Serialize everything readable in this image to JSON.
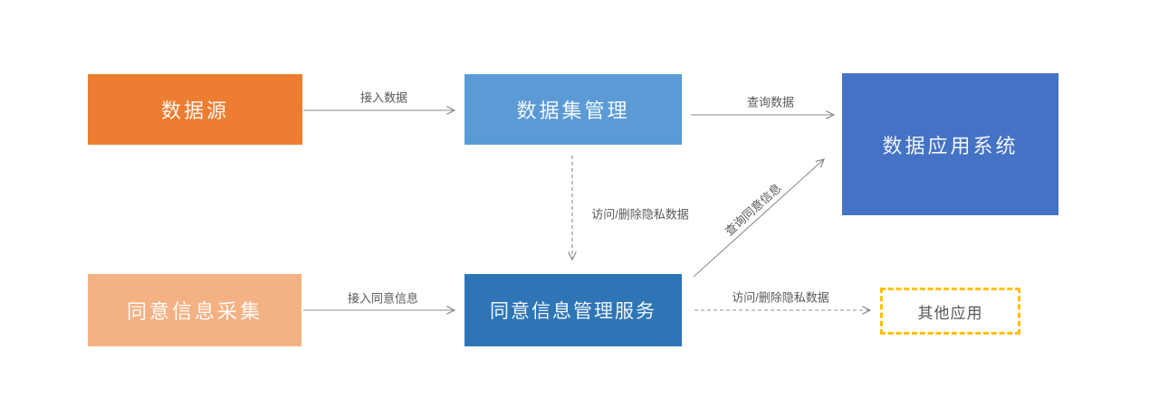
{
  "diagram": {
    "type": "flowchart",
    "background": "#FFFFFF",
    "nodes": [
      {
        "id": "data-source",
        "label": "数据源",
        "fill": "#ED7D31",
        "text_color": "#FFFFFF"
      },
      {
        "id": "dataset-management",
        "label": "数据集管理",
        "fill": "#5B9BD5",
        "text_color": "#FFFFFF"
      },
      {
        "id": "data-application-system",
        "label": "数据应用系统",
        "fill": "#4472C4",
        "text_color": "#FFFFFF"
      },
      {
        "id": "consent-info-collection",
        "label": "同意信息采集",
        "fill": "#F4B183",
        "text_color": "#FFFFFF"
      },
      {
        "id": "consent-management-service",
        "label": "同意信息管理服务",
        "fill": "#2E75B6",
        "text_color": "#FFFFFF"
      },
      {
        "id": "other-applications",
        "label": "其他应用",
        "fill": "#FFFFFF",
        "border_color": "#FFC000",
        "border_style": "dashed",
        "text_color": "#595959"
      }
    ],
    "edges": [
      {
        "from": "data-source",
        "to": "dataset-management",
        "label": "接入数据",
        "style": "solid",
        "direction": "right"
      },
      {
        "from": "dataset-management",
        "to": "data-application-system",
        "label": "查询数据",
        "style": "solid",
        "direction": "right"
      },
      {
        "from": "dataset-management",
        "to": "consent-management-service",
        "label": "访问/删除隐私数据",
        "style": "dashed",
        "direction": "down"
      },
      {
        "from": "consent-info-collection",
        "to": "consent-management-service",
        "label": "接入同意信息",
        "style": "solid",
        "direction": "right"
      },
      {
        "from": "consent-management-service",
        "to": "data-application-system",
        "label": "查询同意信息",
        "style": "solid",
        "direction": "up-right-diagonal"
      },
      {
        "from": "consent-management-service",
        "to": "other-applications",
        "label": "访问/删除隐私数据",
        "style": "dashed",
        "direction": "right"
      }
    ],
    "edge_line_color": "#8C8C8C",
    "edge_label_color": "#595959"
  }
}
